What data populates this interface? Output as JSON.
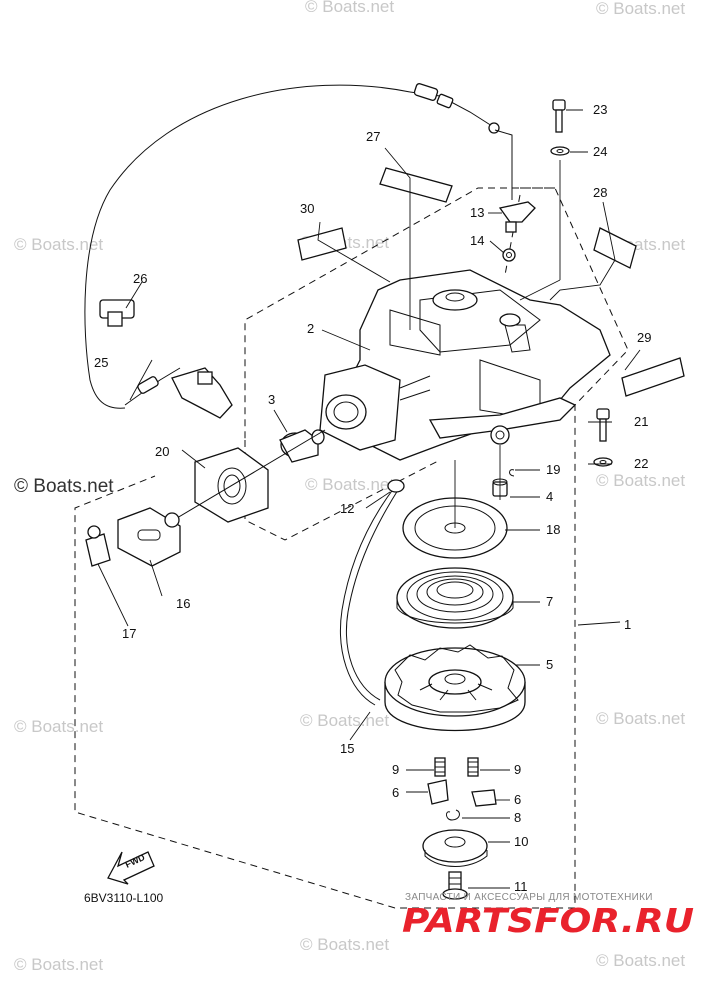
{
  "diagram": {
    "code": "6BV3110-L100",
    "direction_label": "FWD",
    "callouts": [
      {
        "id": "c1",
        "text": "1"
      },
      {
        "id": "c2",
        "text": "2"
      },
      {
        "id": "c3",
        "text": "3"
      },
      {
        "id": "c4",
        "text": "4"
      },
      {
        "id": "c5",
        "text": "5"
      },
      {
        "id": "c6a",
        "text": "6"
      },
      {
        "id": "c6b",
        "text": "6"
      },
      {
        "id": "c7",
        "text": "7"
      },
      {
        "id": "c8",
        "text": "8"
      },
      {
        "id": "c9a",
        "text": "9"
      },
      {
        "id": "c9b",
        "text": "9"
      },
      {
        "id": "c10",
        "text": "10"
      },
      {
        "id": "c11",
        "text": "11"
      },
      {
        "id": "c12",
        "text": "12"
      },
      {
        "id": "c13",
        "text": "13"
      },
      {
        "id": "c14",
        "text": "14"
      },
      {
        "id": "c15",
        "text": "15"
      },
      {
        "id": "c16",
        "text": "16"
      },
      {
        "id": "c17",
        "text": "17"
      },
      {
        "id": "c18",
        "text": "18"
      },
      {
        "id": "c19",
        "text": "19"
      },
      {
        "id": "c20",
        "text": "20"
      },
      {
        "id": "c21",
        "text": "21"
      },
      {
        "id": "c22",
        "text": "22"
      },
      {
        "id": "c23",
        "text": "23"
      },
      {
        "id": "c24",
        "text": "24"
      },
      {
        "id": "c25",
        "text": "25"
      },
      {
        "id": "c26",
        "text": "26"
      },
      {
        "id": "c27",
        "text": "27"
      },
      {
        "id": "c28",
        "text": "28"
      },
      {
        "id": "c29",
        "text": "29"
      },
      {
        "id": "c30",
        "text": "30"
      }
    ]
  },
  "watermark": {
    "text": "© Boats.net"
  },
  "promo": {
    "tagline": "ЗАПЧАСТИ И АКСЕССУАРЫ ДЛЯ МОТОТЕХНИКИ",
    "logo": "PARTSFOR.RU"
  }
}
